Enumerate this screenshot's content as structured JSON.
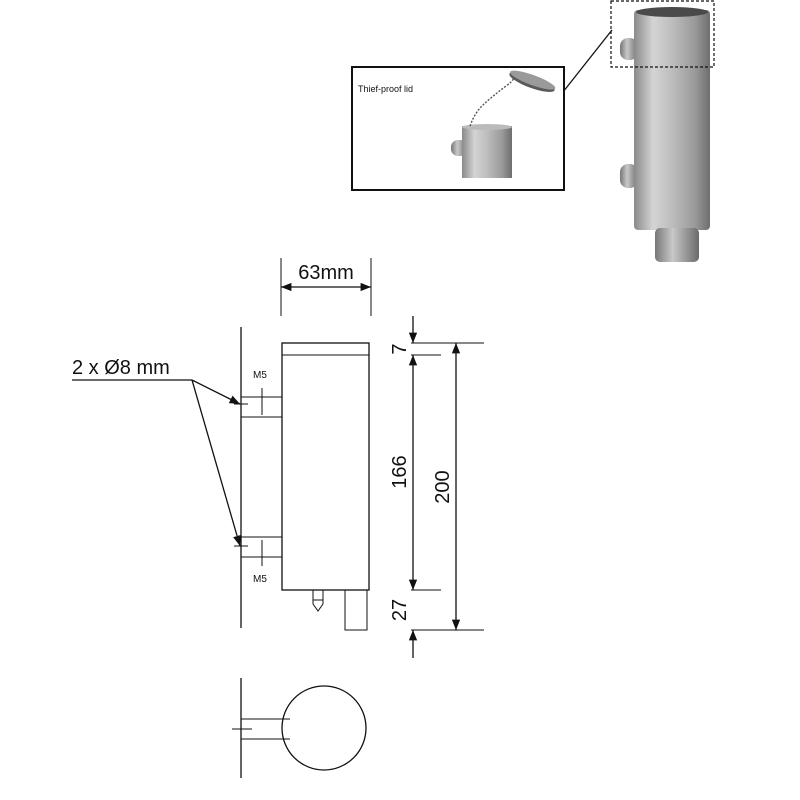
{
  "inset": {
    "caption": "Thief-proof lid"
  },
  "dimensions": {
    "width": "63mm",
    "holes": "2 x Ø8 mm",
    "thread_top": "M5",
    "thread_bottom": "M5",
    "top_offset": "7",
    "body_height": "166",
    "total_height": "200",
    "bottom_offset": "27"
  },
  "colors": {
    "line": "#111111",
    "steel_light": "#d9d9d9",
    "steel_dark": "#7a7a7a"
  }
}
